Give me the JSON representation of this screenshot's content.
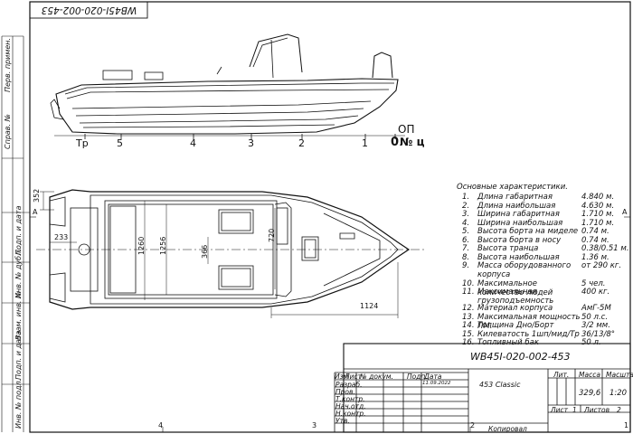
{
  "stamp": "WB45I-020-002-453",
  "side_view": {
    "stations": [
      "Tp",
      "5",
      "4",
      "3",
      "2",
      "1",
      "0"
    ],
    "op_label": "ОП",
    "ts_label": "№ ц"
  },
  "plan_view": {
    "dims": {
      "d1": "352",
      "d2": "233",
      "d3": "1260",
      "d4": "1256",
      "d5": "366",
      "d6": "720",
      "d7": "1124"
    }
  },
  "specs": {
    "title": "Основные характеристики.",
    "rows": [
      {
        "n": "1.",
        "name": "Длина габаритная",
        "value": "4.840 м."
      },
      {
        "n": "2.",
        "name": "Длина наибольшая",
        "value": "4.630 м."
      },
      {
        "n": "3.",
        "name": "Ширина габаритная",
        "value": "1.710 м."
      },
      {
        "n": "4.",
        "name": "Ширина наибольшая",
        "value": "1.710 м."
      },
      {
        "n": "5.",
        "name": "Высота борта на миделе",
        "value": "0.74 м."
      },
      {
        "n": "6.",
        "name": "Высота борта в носу",
        "value": "0.74 м."
      },
      {
        "n": "7.",
        "name": "Высота транца",
        "value": "0.38/0.51 м."
      },
      {
        "n": "8.",
        "name": "Высота наибольшая",
        "value": "1.36 м."
      },
      {
        "n": "9.",
        "name": "Масса оборудованного корпуса",
        "value": "от 290 кг."
      },
      {
        "n": "10.",
        "name": "Максимальное количество людей",
        "value": "5 чел."
      },
      {
        "n": "11.",
        "name": "Максимальная грузоподъемность",
        "value": "400 кг."
      },
      {
        "n": "12.",
        "name": "Материал корпуса",
        "value": "АмГ-5М"
      },
      {
        "n": "13.",
        "name": "Максимальная мощность ПМ.",
        "value": "50 л.с."
      },
      {
        "n": "14.",
        "name": "Толщина Дно/Борт",
        "value": "3/2 мм."
      },
      {
        "n": "15.",
        "name": "Килеватость 1шп/мид/Тр",
        "value": "36/13/8°"
      },
      {
        "n": "16.",
        "name": "Топливный бак",
        "value": "50 л."
      }
    ]
  },
  "title_block": {
    "doc_number": "WB45I-020-002-453",
    "name": "453 Classic",
    "col_headers": [
      "Изм",
      "Лист",
      "№ докум.",
      "Подп.",
      "Дата"
    ],
    "row_labels": [
      "Разраб.",
      "Пров.",
      "Т.контр.",
      "Нач.отд.",
      "Н.контр.",
      "Утв."
    ],
    "date": "11.09.2022",
    "lit_label": "Лит.",
    "mass_label": "Масса",
    "scale_label": "Масштаб",
    "mass": "329,6",
    "scale": "1:20",
    "sheet_label": "Лист",
    "sheet_num": "1",
    "sheets_label": "Листов",
    "sheets_num": "2",
    "copied": "Копировал"
  },
  "side_stamps": [
    "Перв. примен.",
    "Справ. №",
    "Подп. и дата",
    "Инв. № дубл.",
    "Взам. инв. №",
    "Подп. и дата",
    "Инв. № подл."
  ],
  "frame_marks": [
    "A",
    "A",
    "1",
    "2",
    "3",
    "4"
  ]
}
